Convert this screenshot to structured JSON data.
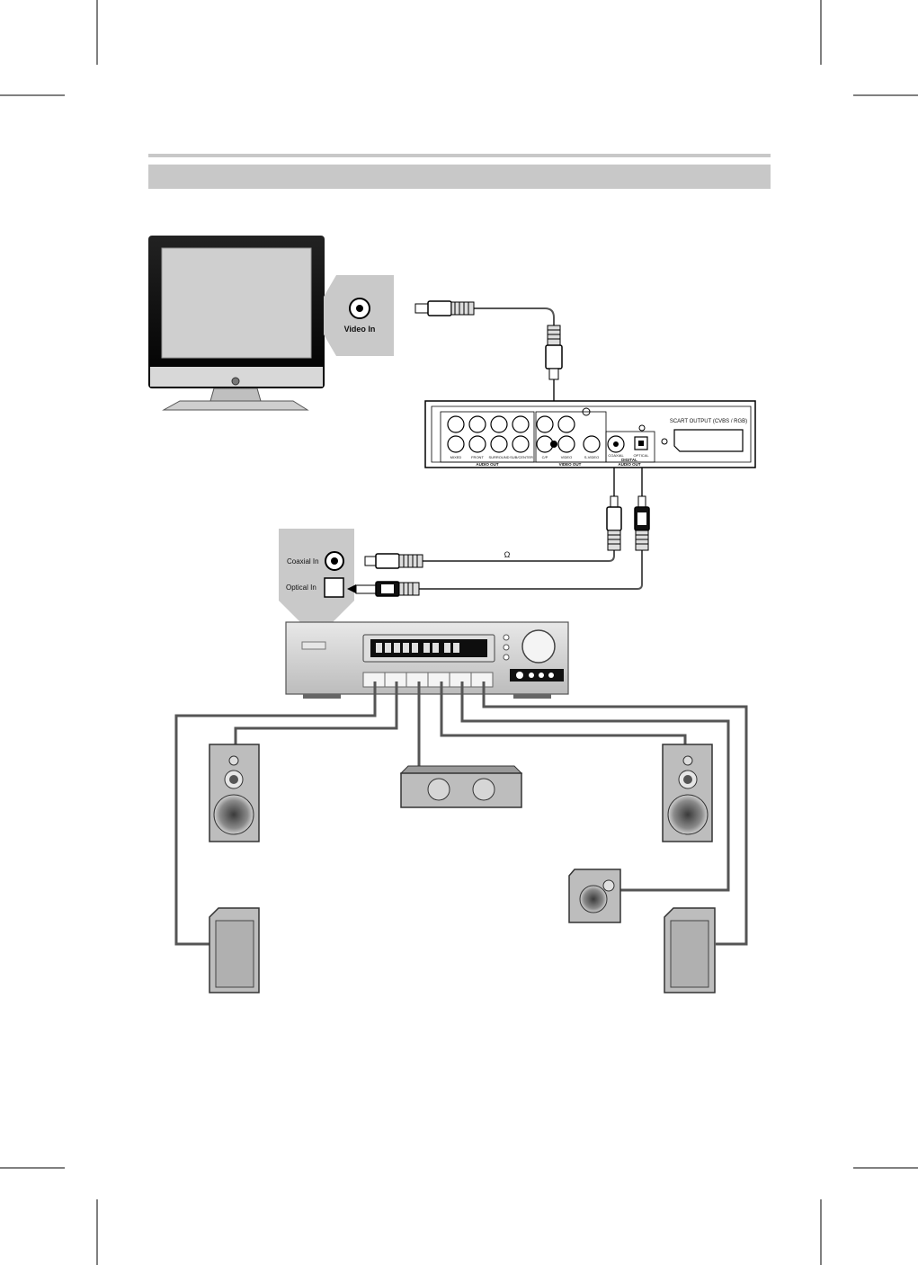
{
  "tv": {
    "video_in_label": "Video In"
  },
  "dvd_player": {
    "scart_label": "SCART OUTPUT (CVBS / RGB)",
    "audio_out_label": "AUDIO OUT",
    "video_out_label": "VIDEO OUT",
    "digital_audio_out_label_line1": "DIGITAL",
    "digital_audio_out_label_line2": "AUDIO OUT",
    "jack_labels": {
      "mixed": "MIXED",
      "front": "FRONT",
      "surround": "SURROUND",
      "subwoofer_center": "SUB/CENTER",
      "cvp": "C/P",
      "video": "VIDEO",
      "svideo": "S-VIDEO",
      "coaxial": "COAXIAL",
      "optical": "OPTICAL"
    }
  },
  "receiver_inputs": {
    "coaxial_in_label": "Coaxial In",
    "optical_in_label": "Optical In"
  },
  "cable": {
    "ohm_symbol": "Ω"
  },
  "colors": {
    "gray_panel": "#c9c9c9",
    "cable": "#555555",
    "header_bar": "#c8c8c8",
    "speaker_body": "#bdbdbd"
  }
}
